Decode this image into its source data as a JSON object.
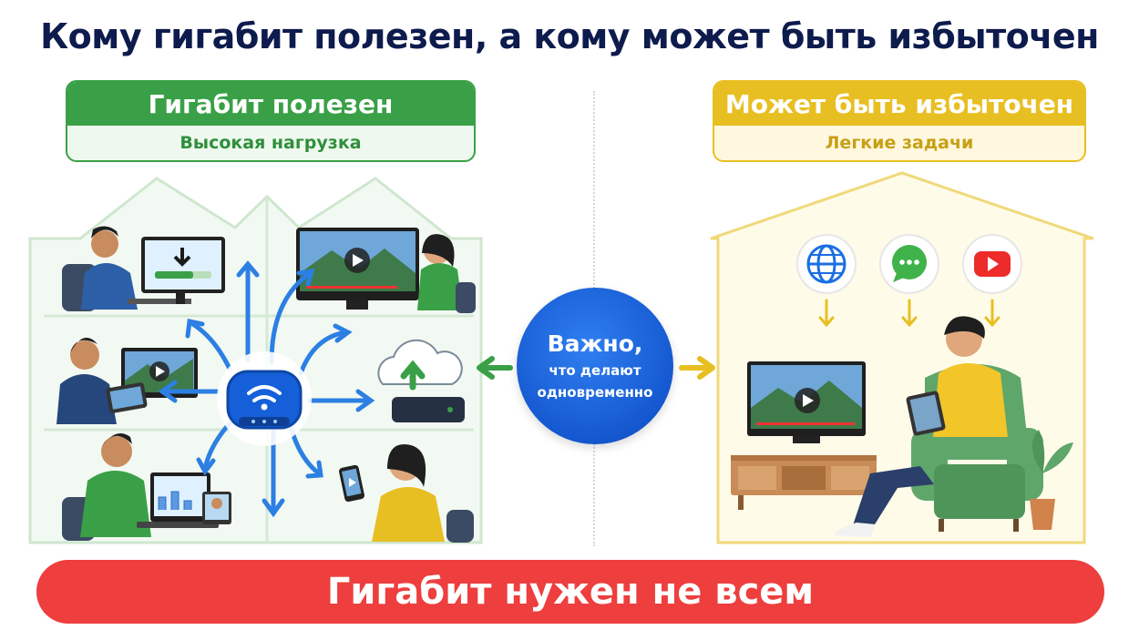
{
  "title": "Кому гигабит полезен, а кому может быть избыточен",
  "left_panel": {
    "header": "Гигабит полезен",
    "subheader": "Высокая нагрузка"
  },
  "right_panel": {
    "header": "Может быть избыточен",
    "subheader": "Легкие задачи"
  },
  "center_note": {
    "main": "Важно,",
    "detail_line1": "что делают",
    "detail_line2": "одновременно"
  },
  "bottom_banner": "Гигабит нужен не всем",
  "colors": {
    "green": "#3aa047",
    "yellow": "#e8bf22",
    "blue": "#1558d0",
    "red": "#ee3e3e"
  },
  "icons": [
    "globe-icon",
    "chat-icon",
    "video-play-icon",
    "wifi-router-icon",
    "cloud-upload-icon",
    "download-icon"
  ]
}
